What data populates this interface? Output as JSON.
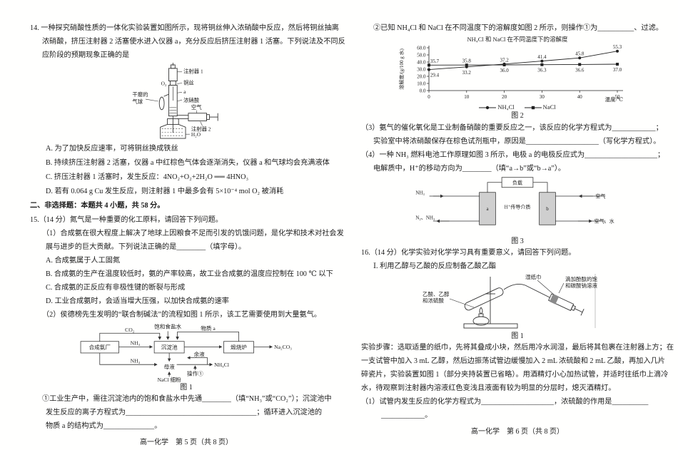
{
  "chart_data": {
    "type": "line",
    "title": "NH₄Cl 和 NaCl 在不同温度下的溶解度",
    "xlabel": "温度/℃",
    "ylabel": "溶解度/(g/100 g 水)",
    "x": [
      0,
      10,
      20,
      30,
      40,
      50
    ],
    "series": [
      {
        "name": "NH₄Cl",
        "marker": "circle",
        "values": [
          29.4,
          33.2,
          37.2,
          41.4,
          45.8,
          55.3
        ]
      },
      {
        "name": "NaCl",
        "marker": "square",
        "values": [
          35.7,
          35.8,
          36.0,
          36.3,
          36.6,
          37.0
        ]
      }
    ],
    "ylim": [
      0,
      60
    ],
    "yticks": [
      0,
      10,
      20,
      30,
      40,
      50,
      60
    ],
    "grid": false,
    "legend_position": "bottom",
    "caption": "图 2"
  },
  "page5": {
    "q14": {
      "lines": [
        "14. 一种探究硝酸性质的一体化实验装置如图所示，现将铜丝伸入浓硝酸中反应，然后将铜丝抽离",
        "浓硝酸，挤压注射器 2 活塞使水进入仪器 a，充分反应后挤压注射器 1 活塞。下列说法及不同反",
        "应阶段的预期现象正确的是"
      ],
      "options": [
        "A. 为了加快反应速率，可将铜丝换成铁丝",
        "B. 持续挤压注射器 2 活塞，仪器 a 中红棕色气体会逐渐消失，仪器 a 和气球均会充满液体",
        "C. 挤压注射器 1 活塞时，发生反应：4NO₂+O₂+2H₂O ══ 4HNO₃",
        "D. 若有 0.064 g Cu 发生反应，则注射器 1 中最多会有 5×10⁻⁴ mol O₂ 被消耗"
      ]
    },
    "apparatus": {
      "syringe1": "注射器 1",
      "o2": "O₂",
      "wire": "铜丝",
      "a": "a",
      "acid": "浓硝酸",
      "balloon_l1": "干瘪的",
      "balloon_l2": "气球",
      "air": "空气",
      "syringe2": "注射器 2",
      "water": "H₂O"
    },
    "section_header": "二、非选择题：本题共 4 小题，共 58 分。",
    "q15_head": "15.（14 分）氮气是一种重要的化工原料，请回答下列问题。",
    "q15_1": {
      "lines": [
        "（1）合成氨在很大程度上解决了地球上因粮食不足而引发的饥饿问题，是化学和技术对社会发",
        "展与进步的巨大贡献。下列说法正确的是________（填字母）。"
      ],
      "options": [
        "A. 合成氨属于人工固氮",
        "B. 合成氨的生产在温度较低时，氨的产率较高，故工业合成氨的温度应控制在 100 ℃ 以下",
        "C. 合成氨的正反应有非极性键的断裂与形成",
        "D. 工业合成氨时，会适当增大压强，以加快合成氨的速率"
      ]
    },
    "q15_2": "（2）侯德榜先生发明的“联合制碱法”的流程如图 1 所示，该工艺需要使用到大量氨气。",
    "flow": {
      "plant": "合成氨厂",
      "pool": "沉淀池",
      "furnace": "煅烧炉",
      "co2": "CO₂",
      "nh3_top": "NH₃",
      "nh3_bottom": "NH₃",
      "brine": "饱和食盐水",
      "matter_a": "物质 a",
      "product": "Na₂CO₃",
      "residue": "余液",
      "mother": "母液",
      "op": "操作①",
      "nh4cl": "NH₄Cl",
      "nacl": "NaCl 细粉",
      "caption": "图 1"
    },
    "sub1": {
      "lines": [
        "①工业生产中，需往沉淀池内的饱和食盐水中先通________（填“NH₃”或“CO₂”）；沉淀池中",
        "发生反应的离子方程式为____________________________________；循环进入沉淀池的",
        "物质 a 的结构式为______________。"
      ]
    },
    "footer": "高一化学　第 5 页（共 8 页）"
  },
  "page6": {
    "sub2": "②已知 NH₄Cl 和 NaCl 在不同温度下的溶解度如图 2 所示，则操作①为__________、过滤。",
    "q3": {
      "lines": [
        "（3）氨气的催化氧化是工业制备硝酸的重要反应之一，该反应的化学方程式为____________；",
        "实验室中将浓硝酸保存在棕色试剂瓶中，原因是____________________（写化学方程式）。"
      ]
    },
    "q4": {
      "lines": [
        "（4）一种 NH₃ 燃料电池工作原理如图 3 所示，电极 a 的电极反应式为____________________；",
        "电解质中，H⁺的移动方向为________（填“a→b”或“b→a”）。"
      ]
    },
    "cell": {
      "load": "负载",
      "fuel_in": "NH₃",
      "fuel_out": "N₂、NH₃",
      "air_in": "空气",
      "air_out": "空气、水",
      "electrode_a": "a",
      "electrode_b": "b",
      "medium": "H⁺传导介质",
      "caption": "图 3"
    },
    "q16_head": "16.（14 分）化学实验对化学学习具有重要意义，请回答下列问题。",
    "q16_roman": "Ⅰ. 利用乙醇与乙酸的反应制备乙酸乙酯",
    "apparatus": {
      "wet_paper": "湿纸巾",
      "dropper_l1": "滴加酚酞的饱",
      "dropper_l2": "和碳酸钠溶液",
      "mix_l1": "乙酸、乙醇",
      "mix_l2": "和浓硫酸",
      "caption": "图 1"
    },
    "steps": {
      "lines": [
        "实验步骤：选取适量的纸巾，先将其叠成小块，然后用冷水润湿，最后将其包裹在注射器上方；在",
        "一支试管中加入 3 mL 乙醇，然后边振荡试管边缓慢加入 2 mL 浓硫酸和 2 mL 乙酸，再加入几片",
        "碎瓷片，实验装置如图 1（部分夹持装置已省略）。用酒精灯小心加热试管，并适时往纸巾上滴冷",
        "水，待观察到注射器内溶液红色变浅且液面有较为明显的分层时，熄灭酒精灯。"
      ]
    },
    "q16_1": {
      "lines": [
        "（1）试管内发生反应的化学方程式为____________________，浓硫酸的作用是__________",
        "____________。"
      ]
    },
    "footer": "高一化学　第 6 页（共 8 页）"
  }
}
